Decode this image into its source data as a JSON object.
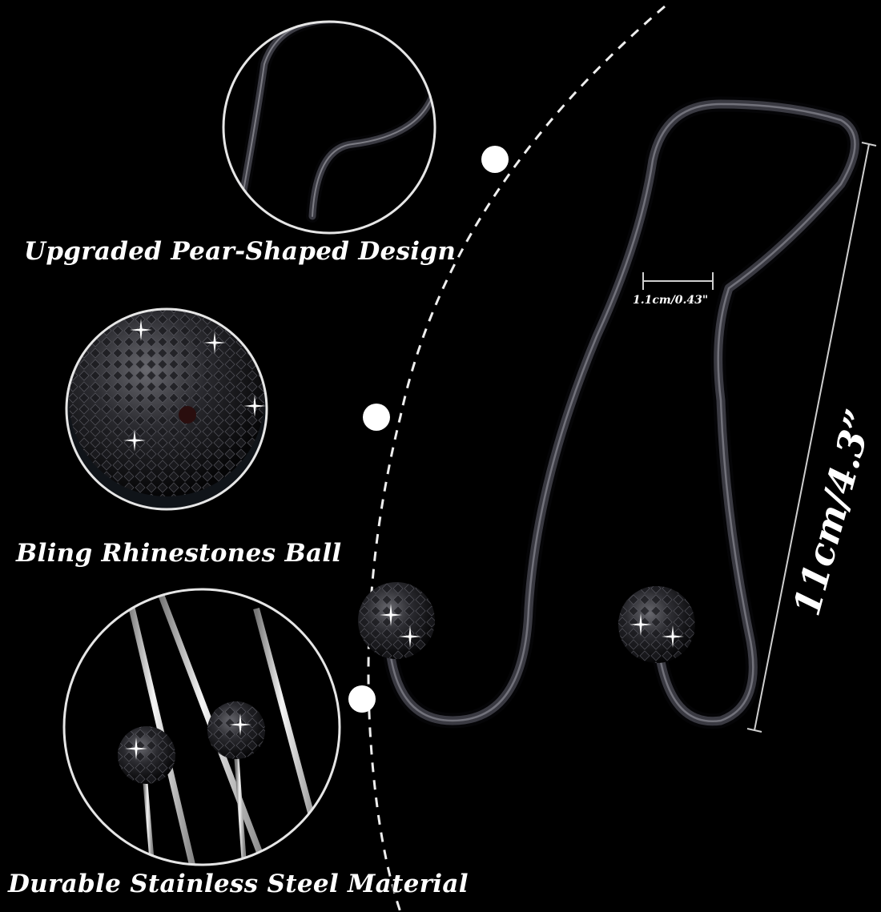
{
  "features": {
    "pear_shaped": "Upgraded Pear-Shaped Design",
    "rhinestone_ball": "Bling Rhinestones Ball",
    "stainless_steel": "Durable Stainless Steel Material"
  },
  "dimensions": {
    "width_label": "1.1cm/0.43\"",
    "height_label": "11cm/4.3”"
  },
  "colors": {
    "background": "#000000",
    "hook_metal": "#2a2a2e",
    "accent": "#ffffff"
  }
}
